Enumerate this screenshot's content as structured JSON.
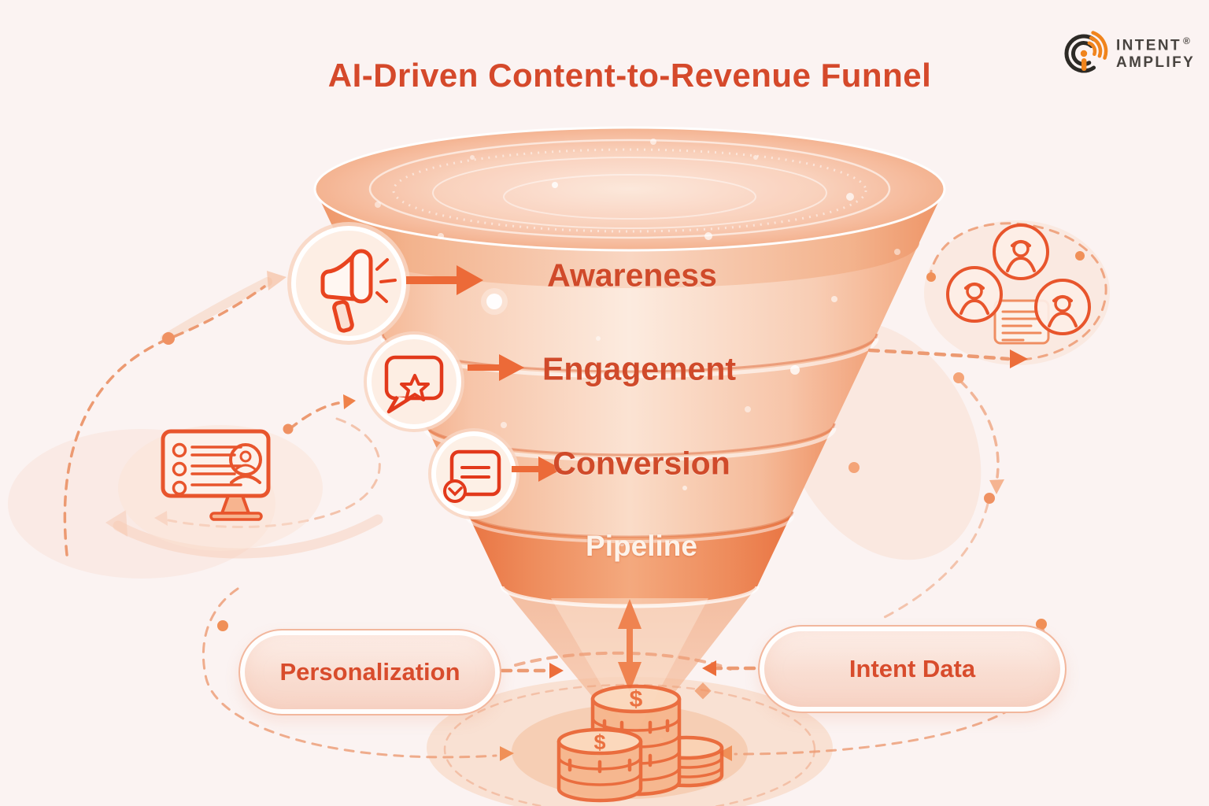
{
  "title": "AI-Driven Content-to-Revenue Funnel",
  "brand": {
    "line1": "INTENT",
    "line2": "AMPLIFY",
    "registered_mark": "®"
  },
  "funnel": {
    "stages": [
      {
        "label": "Awareness"
      },
      {
        "label": "Engagement"
      },
      {
        "label": "Conversion"
      },
      {
        "label": "Pipeline"
      }
    ]
  },
  "inputs": {
    "left": {
      "label": "Personalization"
    },
    "right": {
      "label": "Intent Data"
    }
  },
  "icons": {
    "coin_symbol": "$",
    "names": [
      "megaphone-icon",
      "speech-bubble-star-icon",
      "document-check-icon",
      "audience-people-icon",
      "crm-monitor-icon",
      "coins-icon",
      "intent-amplify-logo-icon"
    ]
  },
  "colors": {
    "background": "#fbf3f2",
    "accent_text": "#d5492b",
    "funnel_light": "#fbe0cf",
    "funnel_deep": "#ee8a58",
    "outline_orange": "#e8552c",
    "dashed_orange": "#eb9b74",
    "logo_orange": "#f0841c",
    "logo_dark": "#2d2a26"
  }
}
